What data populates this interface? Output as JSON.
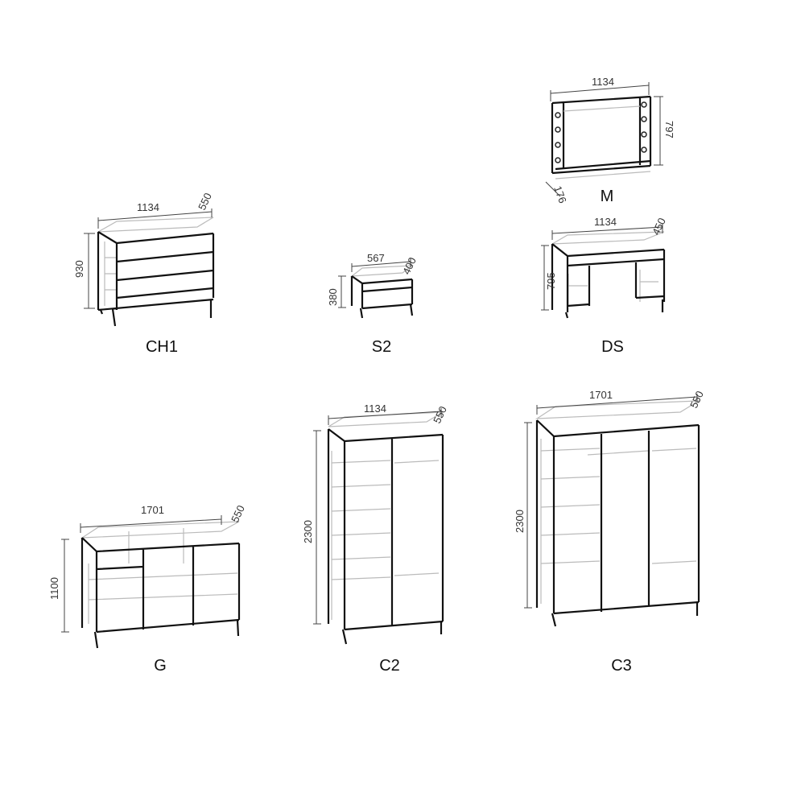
{
  "items": {
    "m": {
      "label": "M",
      "width": "1134",
      "height": "797",
      "depth": "176"
    },
    "ch1": {
      "label": "CH1",
      "width": "1134",
      "depth": "550",
      "height": "930"
    },
    "s2": {
      "label": "S2",
      "width": "567",
      "depth": "400",
      "height": "380"
    },
    "ds": {
      "label": "DS",
      "width": "1134",
      "depth": "450",
      "height": "795"
    },
    "g": {
      "label": "G",
      "width": "1701",
      "depth": "550",
      "height": "1100"
    },
    "c2": {
      "label": "C2",
      "width": "1134",
      "depth": "550",
      "height": "2300"
    },
    "c3": {
      "label": "C3",
      "width": "1701",
      "depth": "550",
      "height": "2300"
    }
  }
}
